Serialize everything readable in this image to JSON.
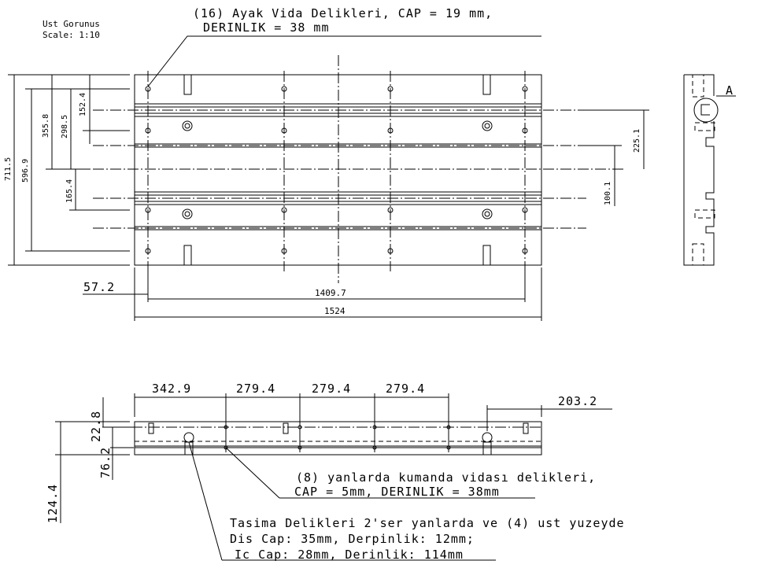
{
  "title": {
    "line1": "Ust Gorunus",
    "line2": "Scale:  1:10"
  },
  "notes": {
    "feet_holes_1": "(16) Ayak Vida Delikleri, CAP = 19 mm,",
    "feet_holes_2": "DERINLIK = 38 mm",
    "side_holes_1": "(8) yanlarda kumanda vidası delikleri,",
    "side_holes_2": "CAP = 5mm, DERINLIK = 38mm",
    "lift_1": "Tasima Delikleri 2'ser yanlarda ve (4) ust yuzeyde",
    "lift_2": "Dis Cap: 35mm, Derpinlik: 12mm;",
    "lift_3": "Ic Cap: 28mm, Derinlik: 114mm"
  },
  "detail_label": "A",
  "dims_top": {
    "d711": "711.5",
    "d596": "596.9",
    "d355": "355.8",
    "d298": "298.5",
    "d152": "152.4",
    "d165": "165.4",
    "d225": "225.1",
    "d100": "100.1",
    "d57": "57.2",
    "d1409": "1409.7",
    "d1524": "1524"
  },
  "dims_front": {
    "d342": "342.9",
    "d279a": "279.4",
    "d279b": "279.4",
    "d279c": "279.4",
    "d203": "203.2",
    "d22": "22.8",
    "d76": "76.2",
    "d124": "124.4"
  }
}
